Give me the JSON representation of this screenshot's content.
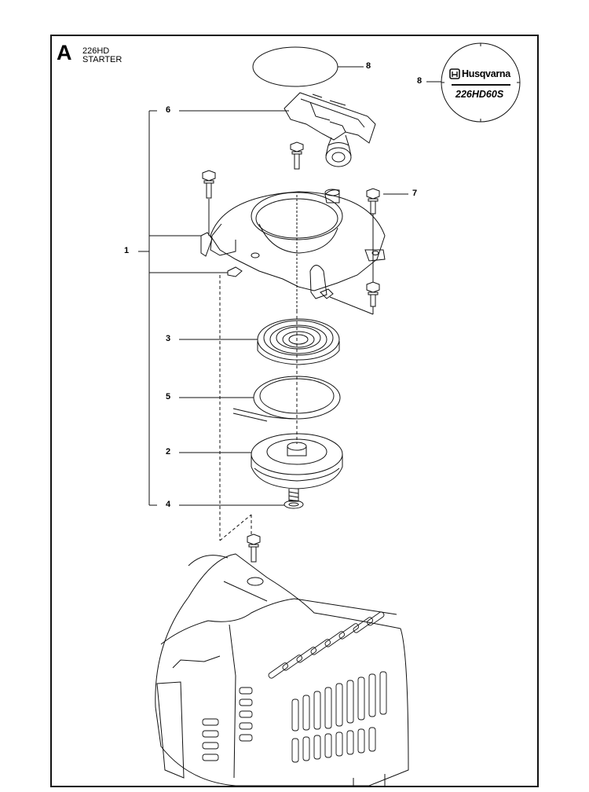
{
  "header": {
    "section_letter": "A",
    "model": "226HD",
    "title": "STARTER"
  },
  "logo": {
    "brand": "Husqvarna",
    "model": "226HD60S"
  },
  "callouts": {
    "p1": "1",
    "p2": "2",
    "p3": "3",
    "p4": "4",
    "p5": "5",
    "p6": "6",
    "p7": "7",
    "p8_label": "8",
    "p8_logo": "8"
  }
}
